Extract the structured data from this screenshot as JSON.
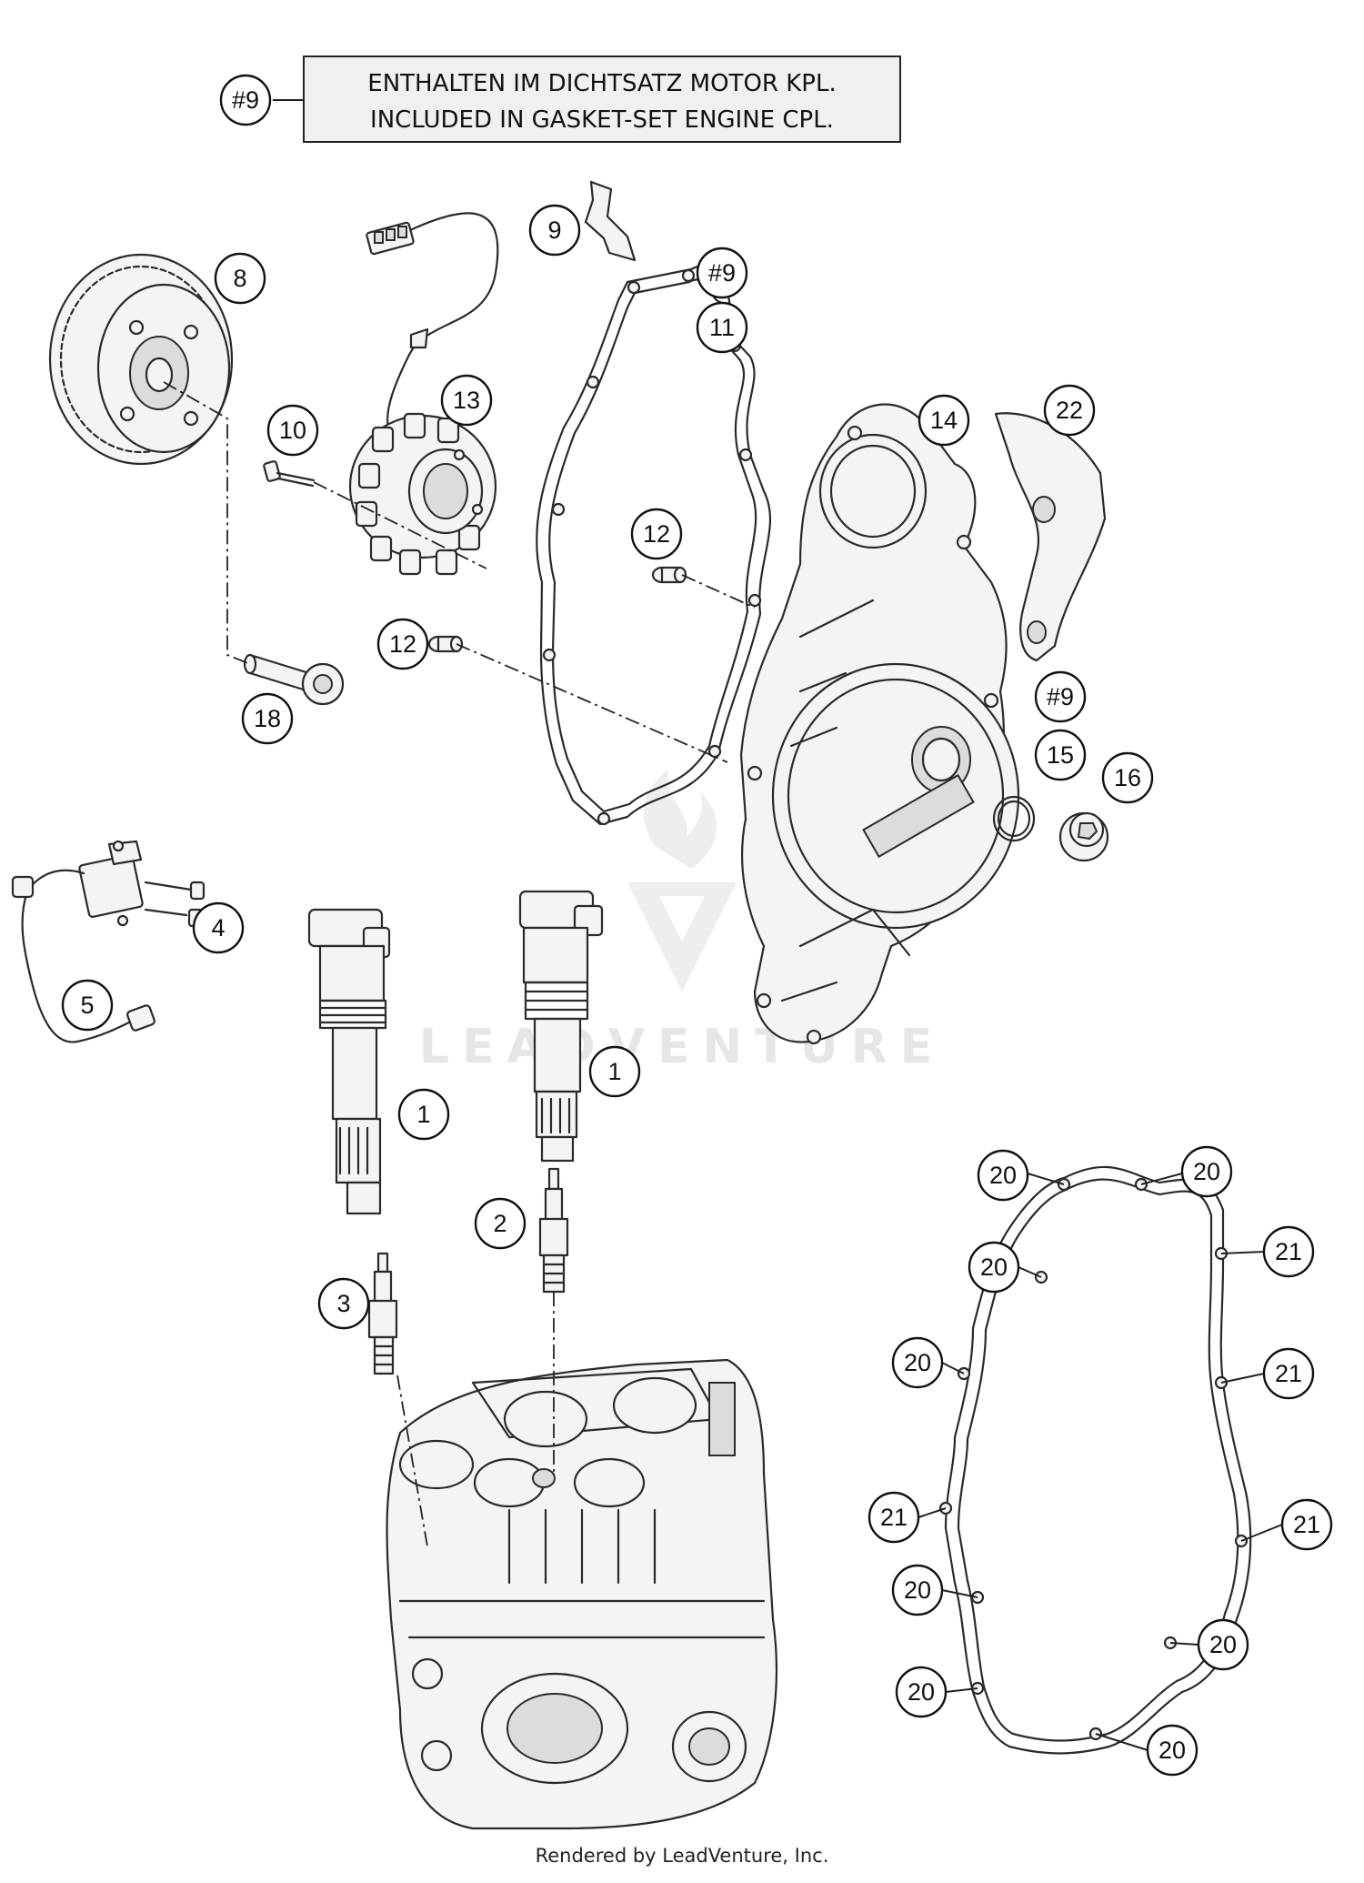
{
  "note": {
    "ref": "#9",
    "line1": "ENTHALTEN IM DICHTSATZ MOTOR KPL.",
    "line2": "INCLUDED IN GASKET-SET ENGINE CPL."
  },
  "callouts": {
    "c1a": "1",
    "c1b": "1",
    "c2": "2",
    "c3": "3",
    "c4": "4",
    "c5": "5",
    "c8": "8",
    "c9": "9",
    "c9ref_a": "#9",
    "c9ref_b": "#9",
    "c10": "10",
    "c11": "11",
    "c12a": "12",
    "c12b": "12",
    "c13": "13",
    "c14": "14",
    "c15": "15",
    "c16": "16",
    "c18": "18",
    "c20a": "20",
    "c20b": "20",
    "c20c": "20",
    "c20d": "20",
    "c20e": "20",
    "c20f": "20",
    "c20g": "20",
    "c20h": "20",
    "c21a": "21",
    "c21b": "21",
    "c21c": "21",
    "c21d": "21",
    "c22": "22"
  },
  "watermark": "LEADVENTURE",
  "footer": "Rendered by LeadVenture, Inc."
}
